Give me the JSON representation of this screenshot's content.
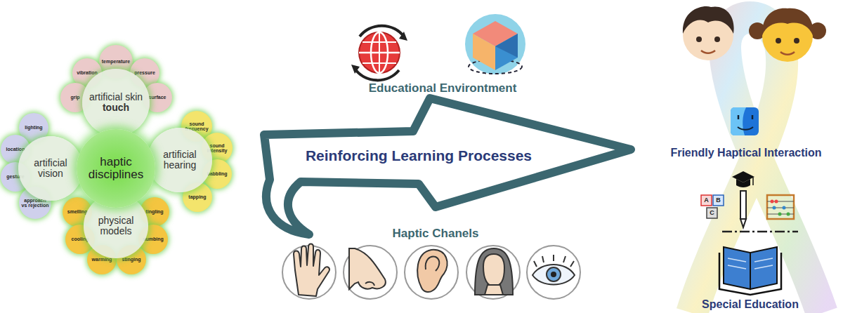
{
  "diagram": {
    "nodes": [
      {
        "text": [
          "temperature"
        ]
      },
      {
        "text": [
          "vibration"
        ]
      },
      {
        "text": [
          "pressure"
        ]
      },
      {
        "text": [
          "grip"
        ]
      },
      {
        "text": [
          "artificial skin",
          "touch"
        ]
      },
      {
        "text": [
          "surface"
        ]
      },
      {
        "text": [
          "lighting"
        ]
      },
      {
        "text": [
          "sound frecuency"
        ]
      },
      {
        "text": [
          "location"
        ]
      },
      {
        "text": [
          "artificial vision"
        ]
      },
      {
        "text": [
          "haptic disciplines"
        ]
      },
      {
        "text": [
          "artificial hearing"
        ]
      },
      {
        "text": [
          "sound intensity"
        ]
      },
      {
        "text": [
          "gesture"
        ]
      },
      {
        "text": [
          "babbling"
        ]
      },
      {
        "text": [
          "approach vs rejection"
        ]
      },
      {
        "text": [
          "tapping"
        ]
      },
      {
        "text": [
          "smelling"
        ]
      },
      {
        "text": [
          "physical models"
        ]
      },
      {
        "text": [
          "tingling"
        ]
      },
      {
        "text": [
          "cooling"
        ]
      },
      {
        "text": [
          "numbing"
        ]
      },
      {
        "text": [
          "warming"
        ]
      },
      {
        "text": [
          "stinging"
        ]
      }
    ],
    "labels": [
      "Educational Environtment",
      "Reinforcing Learning Processes",
      "Haptic Chanels",
      "Friendly Haptical Interaction",
      "A",
      "B",
      "C",
      "Special Education"
    ]
  }
}
